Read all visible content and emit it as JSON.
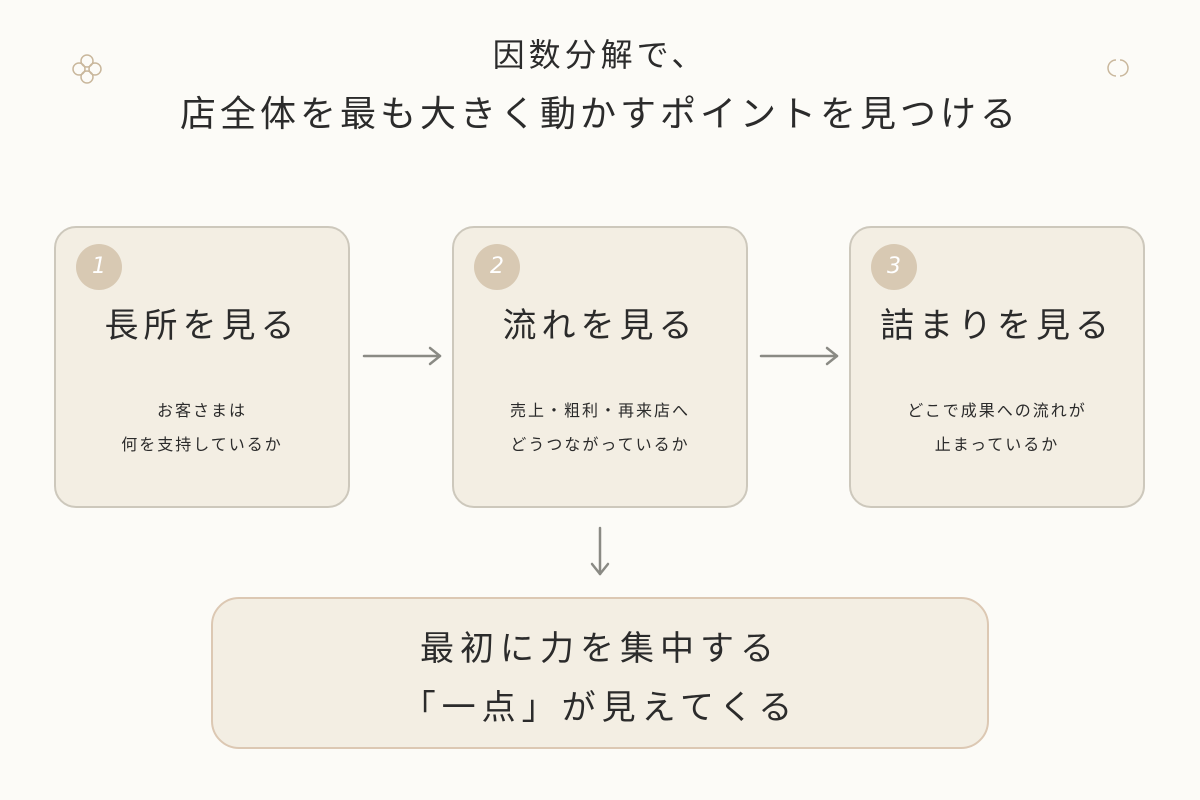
{
  "title": {
    "line1": "因数分解で、",
    "line2": "店全体を最も大きく動かすポイントを見つける"
  },
  "steps": [
    {
      "number": "1",
      "title": "長所を見る",
      "desc": [
        "お客さまは",
        "何を支持しているか"
      ]
    },
    {
      "number": "2",
      "title": "流れを見る",
      "desc": [
        "売上・粗利・再来店へ",
        "どうつながっているか"
      ]
    },
    {
      "number": "3",
      "title": "詰まりを見る",
      "desc": [
        "どこで成果への流れが",
        "止まっているか"
      ]
    }
  ],
  "conclusion": {
    "line1": "最初に力を集中する",
    "line2": "「一点」が見えてくる"
  },
  "colors": {
    "background": "#fcfbf7",
    "card_fill": "#f3eee3",
    "card_border": "#cdc8bc",
    "badge": "#d8c9b3",
    "arrow": "#8a8a84"
  },
  "icons": {
    "top_left": "flower-ornament-icon",
    "top_right": "double-c-ornament-icon"
  }
}
